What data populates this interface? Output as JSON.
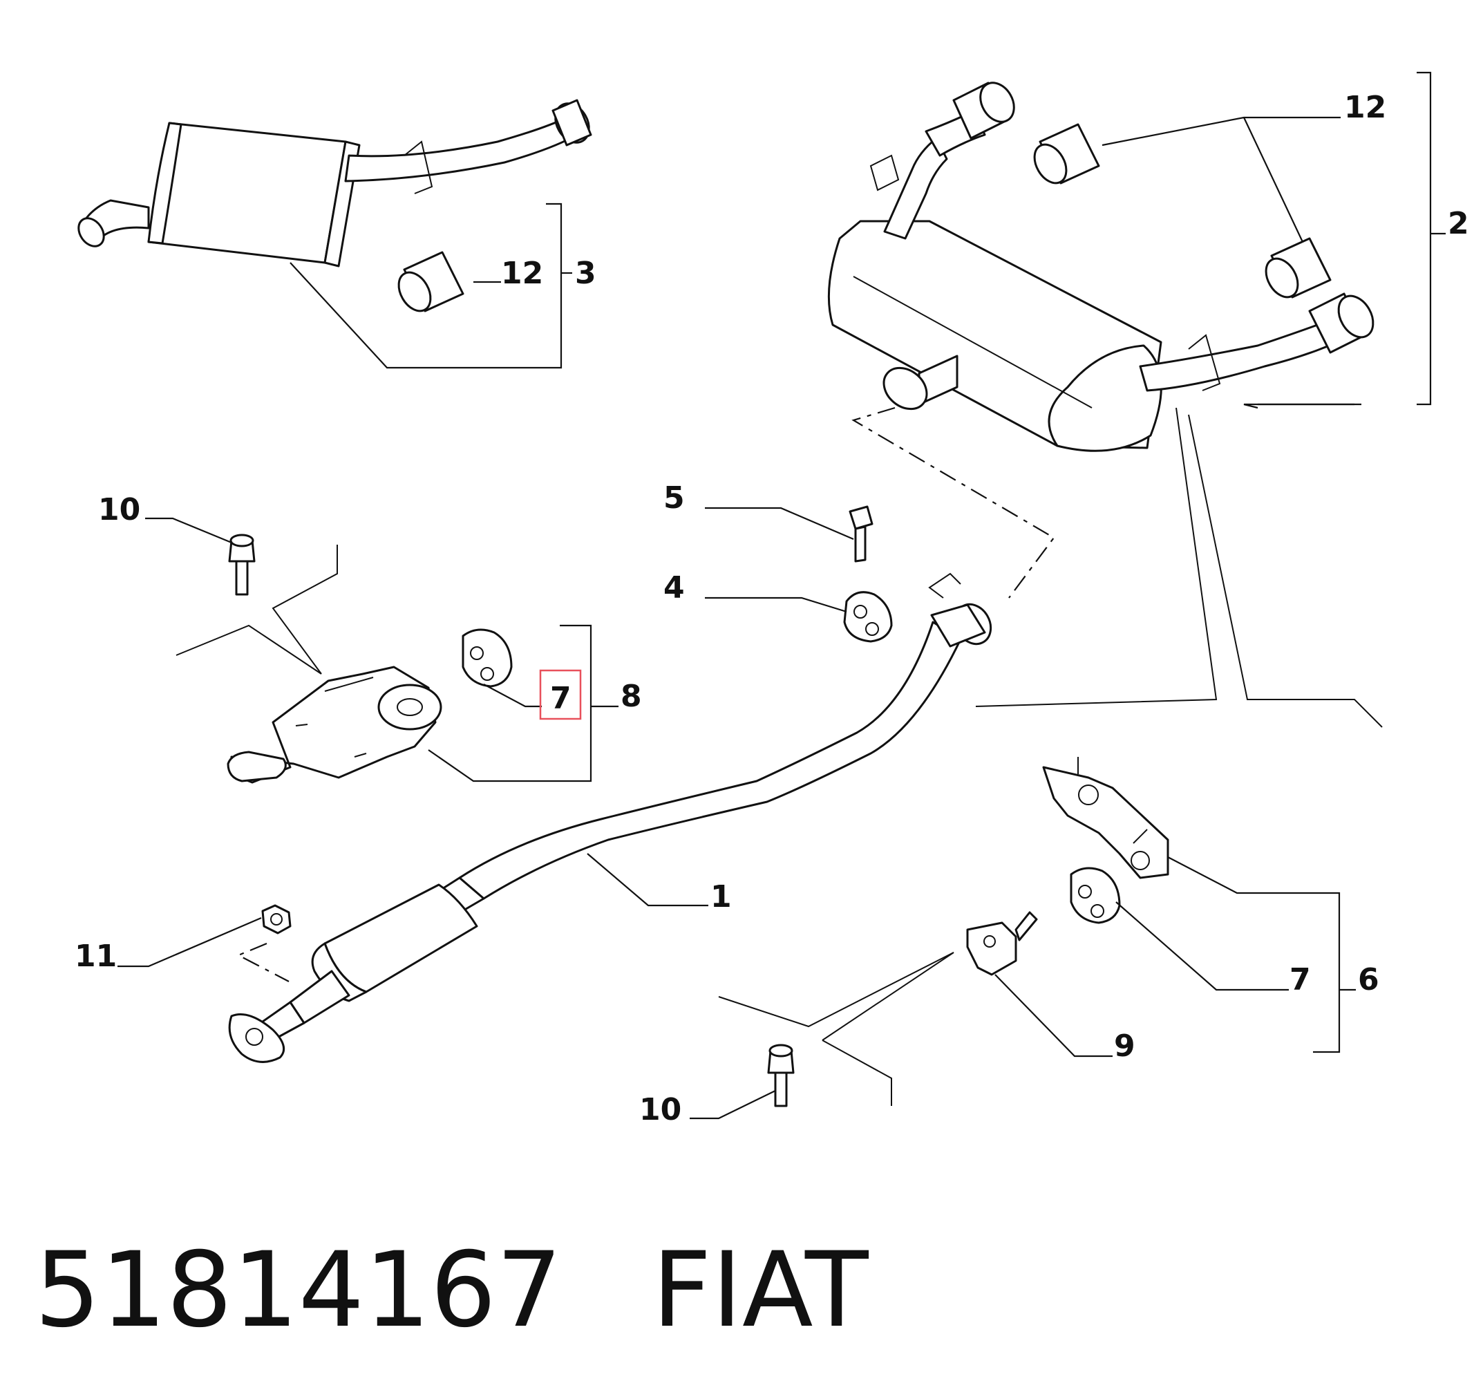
{
  "part_number": "51814167",
  "brand": "FIAT",
  "highlight_color": "#e8505b",
  "callouts": [
    "12",
    "3",
    "12",
    "2",
    "10",
    "5",
    "4",
    "7",
    "8",
    "1",
    "11",
    "7",
    "6",
    "9",
    "10"
  ],
  "highlighted_callout": "7"
}
